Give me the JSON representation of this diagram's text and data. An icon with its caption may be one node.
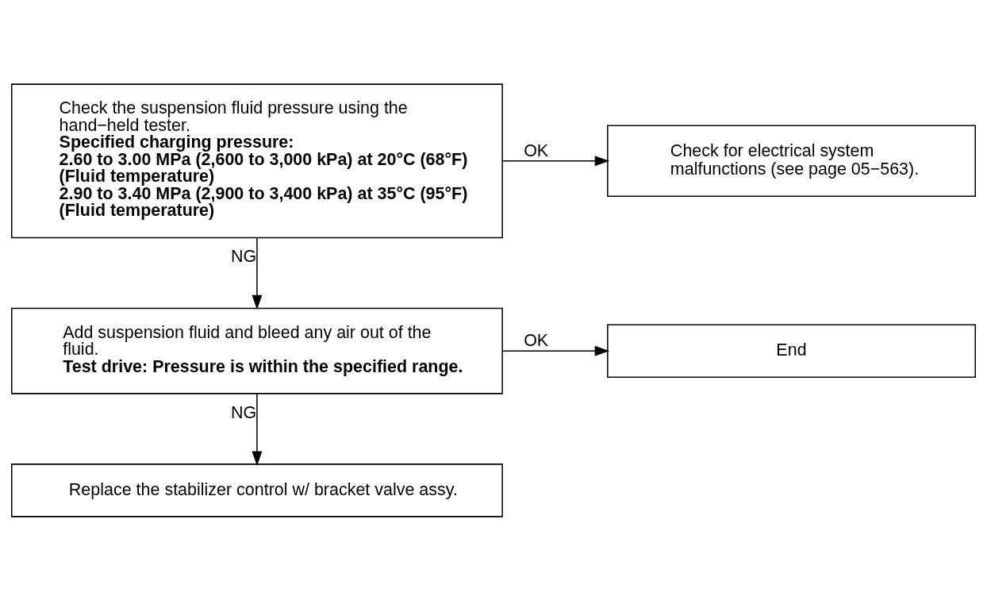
{
  "diagram": {
    "nodes": [
      {
        "text": [
          "Check the suspension fluid pressure using the hand−held tester.",
          "Specified charging pressure:",
          "2.60 to 3.00 MPa (2,600 to 3,000 kPa) at 20°C (68°F) (Fluid temperature)",
          "2.90 to 3.40 MPa (2,900 to 3,400 kPa) at 35°C (95°F) (Fluid temperature)"
        ]
      },
      {
        "text": [
          "Check for electrical system malfunctions (see page 05−563)."
        ]
      },
      {
        "text": [
          "Add suspension fluid and bleed any air out of the fluid.",
          "Test drive: Pressure is within the specified range."
        ]
      },
      {
        "text": [
          "End"
        ]
      },
      {
        "text": [
          "Replace the stabilizer control w/ bracket valve assy."
        ]
      }
    ],
    "edges": [
      {
        "from": 0,
        "to": 1,
        "arrow": "to",
        "label": "OK"
      },
      {
        "from": 0,
        "to": 2,
        "arrow": "to",
        "label": "NG"
      },
      {
        "from": 2,
        "to": 3,
        "arrow": "to",
        "label": "OK"
      },
      {
        "from": 2,
        "to": 4,
        "arrow": "to",
        "label": "NG"
      }
    ]
  }
}
